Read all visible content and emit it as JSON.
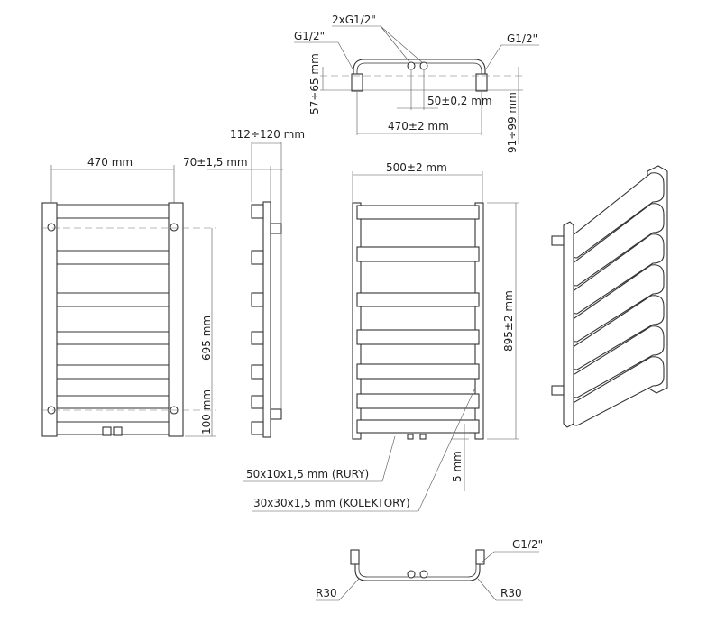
{
  "top_view": {
    "label_left_connector": "G1/2\"",
    "label_center_connectors": "2xG1/2\"",
    "label_right_connector": "G1/2\"",
    "dim_height": "57÷65 mm",
    "dim_center_spacing": "50±0,2 mm",
    "dim_width": "470±2 mm",
    "dim_depth": "91÷99 mm"
  },
  "front_view": {
    "dim_width": "470 mm",
    "dim_spacing": "695 mm",
    "dim_bottom": "100 mm"
  },
  "side_view": {
    "dim_wall": "70±1,5 mm",
    "dim_depth": "112÷120 mm"
  },
  "rear_view": {
    "dim_width": "500±2 mm",
    "dim_height": "895±2 mm",
    "dim_gap": "5 mm",
    "label_pipes": "50x10x1,5 mm (RURY)",
    "label_collectors": "30x30x1,5 mm (KOLEKTORY)"
  },
  "bottom_view": {
    "label_connector": "G1/2\"",
    "label_radius_left": "R30",
    "label_radius_right": "R30"
  }
}
